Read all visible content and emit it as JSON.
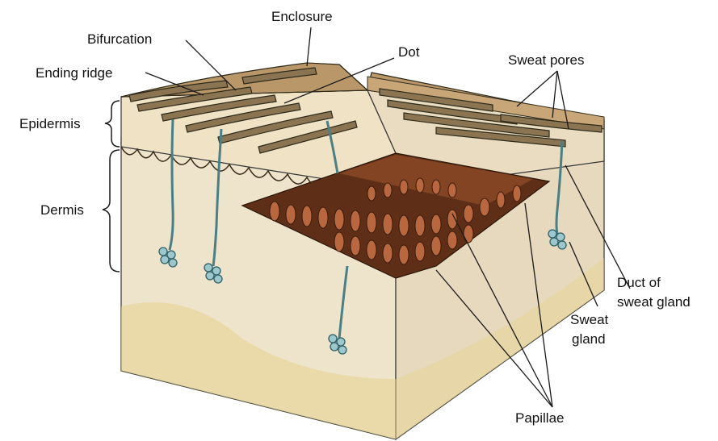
{
  "labels": {
    "enclosure": "Enclosure",
    "bifurcation": "Bifurcation",
    "dot": "Dot",
    "ending_ridge": "Ending ridge",
    "sweat_pores": "Sweat pores",
    "epidermis": "Epidermis",
    "dermis": "Dermis",
    "duct_line1": "Duct of",
    "duct_line2": "sweat gland",
    "sweat_line1": "Sweat",
    "sweat_line2": "gland",
    "papillae": "Papillae"
  },
  "colors": {
    "skin_surface": "#c9a77a",
    "epidermis_front": "#eadcc0",
    "dermis_front": "#efe5cf",
    "papillae_layer": "#6b3a1e",
    "sweat_duct": "#4a7f86"
  }
}
